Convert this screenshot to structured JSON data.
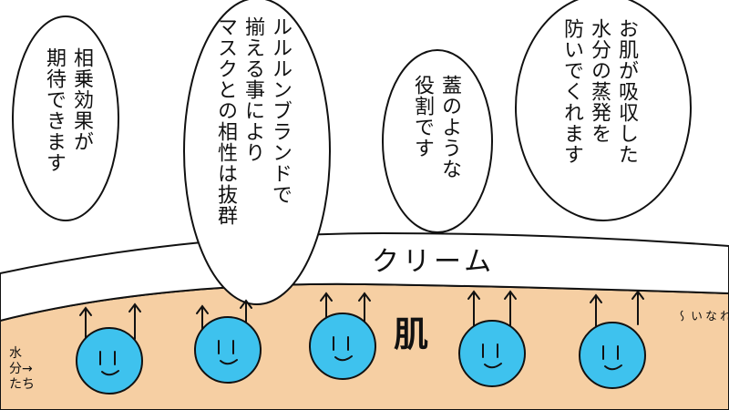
{
  "colors": {
    "skin": "#f6cfa3",
    "cream": "#ffffff",
    "water_drop": "#3ec2ee",
    "ink": "#111111"
  },
  "bubbles": {
    "left": {
      "lines": "相乗効果が\n期待できます"
    },
    "center": {
      "lines": "ルルルンブランドで\n揃える事により\nマスクとの相性は抜群"
    },
    "lid": {
      "lines": "蓋のような\n役割です"
    },
    "right": {
      "lines": "お肌が吸収した\n水分の蒸発を\n防いでくれます"
    }
  },
  "labels": {
    "cream": "クリーム",
    "skin": "肌",
    "water": "水\n分→\nたち",
    "cannot_escape": "逃\nげ\nら\nれ\nな\nい\n〜"
  },
  "water_drops": [
    {
      "face": "smile"
    },
    {
      "face": "smile"
    },
    {
      "face": "smile"
    },
    {
      "face": "smile"
    },
    {
      "face": "smile"
    }
  ]
}
